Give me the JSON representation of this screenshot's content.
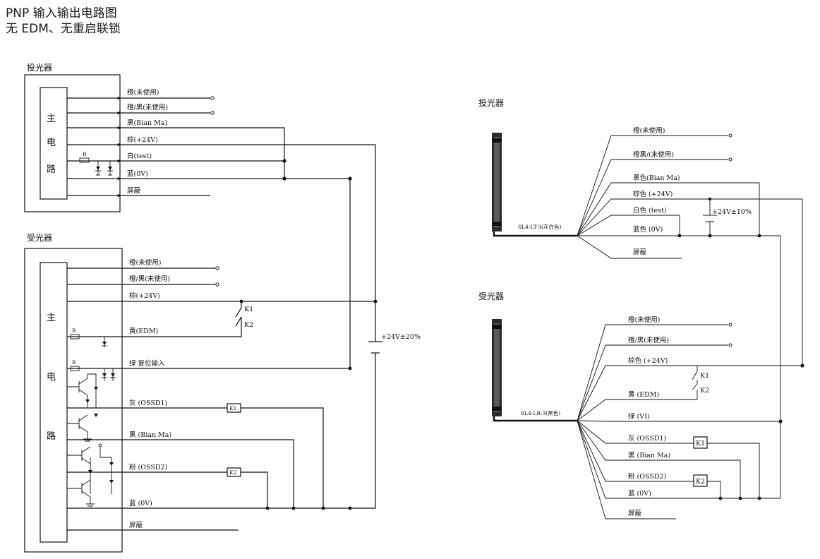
{
  "title": {
    "line1": "PNP 输入输出电路图",
    "line2": "无 EDM、无重启联锁"
  },
  "left": {
    "emitter": {
      "label": "投光器",
      "main_chars": [
        "主",
        "电",
        "路"
      ],
      "resistor": "R",
      "wires": [
        "橙(未使用)",
        "橙/黑(未使用)",
        "黑(Bian  Ma)",
        "棕(+24V)",
        "白(test)",
        "蓝(0V)",
        "屏蔽"
      ]
    },
    "receiver": {
      "label": "受光器",
      "main_chars": [
        "主",
        "电",
        "路"
      ],
      "resistor": "R",
      "wires": [
        "橙(未使用)",
        "橙/黑(未使用)",
        "棕(+24V)",
        "黄(EDM)",
        "绿  复位输入",
        "灰 (OSSD1)",
        "黑  (Bian  Ma)",
        "粉  (OSSD2)",
        "蓝  (0V)",
        "屏蔽"
      ],
      "relays": [
        "K1",
        "K2"
      ],
      "relay_boxes": [
        "K1",
        "K2"
      ]
    },
    "supply": "+24V±20%"
  },
  "right": {
    "emitter": {
      "label": "投光器",
      "cable": "SL4-LT-3(灰白色)",
      "wires": [
        "橙(未使用)",
        "橙黑/(未使用)",
        "黑色(Bian  Ma)",
        "棕色  (+24V)",
        "白色  (test)",
        "蓝色  (0V)",
        "屏蔽"
      ],
      "supply": "+24V±10%"
    },
    "receiver": {
      "label": "受光器",
      "cable": "SL4-LR-3(黑色)",
      "wires": [
        "橙(未使用)",
        "橙/黑(未使用)",
        "棕色  (+24V)",
        "黄  (EDM)",
        "绿  (VI)",
        "灰  (OSSD1)",
        "黑  (Bian  Ma)",
        "粉  (OSSD2)",
        "蓝  (0V)",
        "屏蔽"
      ],
      "relays": [
        "K1",
        "K2"
      ],
      "relay_boxes": [
        "K1",
        "K2"
      ]
    }
  }
}
